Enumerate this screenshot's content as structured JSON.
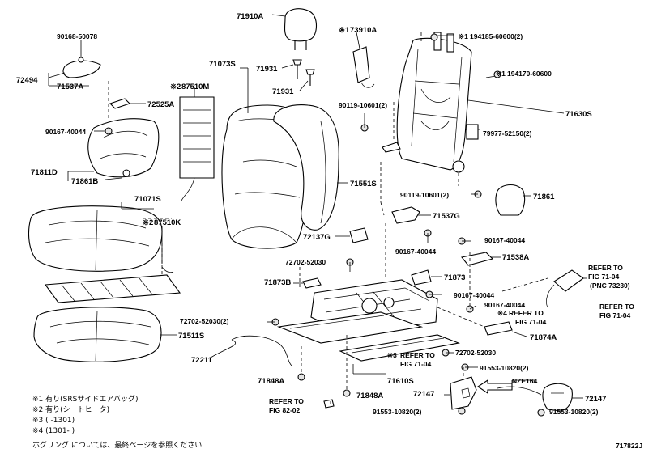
{
  "parts": {
    "p71910A": "71910A",
    "p73910A": "73910A",
    "p194185": "194185-60600(2)",
    "p90168": "90168-50078",
    "p72494": "72494",
    "p71537A": "71537A",
    "p71073S": "71073S",
    "p87510M": "87510M",
    "p71931a": "71931",
    "p71931b": "71931",
    "p194170": "194170-60600",
    "p72525A": "72525A",
    "p90119a": "90119-10601(2)",
    "p71630S": "71630S",
    "p90167a": "90167-40044",
    "p79977": "79977-52150(2)",
    "p71811D": "71811D",
    "p71861B": "71861B",
    "p71551S": "71551S",
    "p90119b": "90119-10601(2)",
    "p71861": "71861",
    "p71071S": "71071S",
    "p87510K": "87510K",
    "p71537G": "71537G",
    "p72137G": "72137G",
    "p90167b": "90167-40044",
    "p90167c": "90167-40044",
    "p72702a": "72702-52030",
    "p71538A": "71538A",
    "p71873": "71873",
    "p71873B": "71873B",
    "p90167d": "90167-40044",
    "p90167e": "90167-40044",
    "p72702b": "72702-52030(2)",
    "p71874A": "71874A",
    "p71511S": "71511S",
    "p72702c": "72702-52030",
    "p72211": "72211",
    "p91553a": "91553-10820(2)",
    "p71610S": "71610S",
    "p71848Aa": "71848A",
    "p72147a": "72147",
    "p71848Ab": "71848A",
    "p72147b": "72147",
    "p91553b": "91553-10820(2)",
    "p91553c": "91553-10820(2)",
    "nze164": "NZE164"
  },
  "marks": {
    "m1": "※1",
    "m2": "※2",
    "m2b": "※2",
    "m3": "※3",
    "m4": "※4",
    "m1b": "※1",
    "m1c": "※1"
  },
  "refs": {
    "r1_l1": "REFER TO",
    "r1_l2": "FIG 71-04",
    "r1_l3": "(PNC 73230)",
    "r2_l1": "REFER TO",
    "r2_l2": "FIG 71-04",
    "r3_l1": "REFER TO",
    "r3_l2": "FIG 71-04",
    "r4_l1": "REFER TO",
    "r4_l2": "FIG 71-04",
    "r5_l1": "REFER TO",
    "r5_l2": "FIG 82-02"
  },
  "legend": {
    "l1": "※1 有り(SRSサイドエアバッグ)",
    "l2": "※2 有り(シートヒータ)",
    "l3": "※3 (       -1301)",
    "l4": "※4 (1301-       )"
  },
  "footer": {
    "note": "ホグリング については、最終ページを参照ください",
    "code": "717822J"
  }
}
